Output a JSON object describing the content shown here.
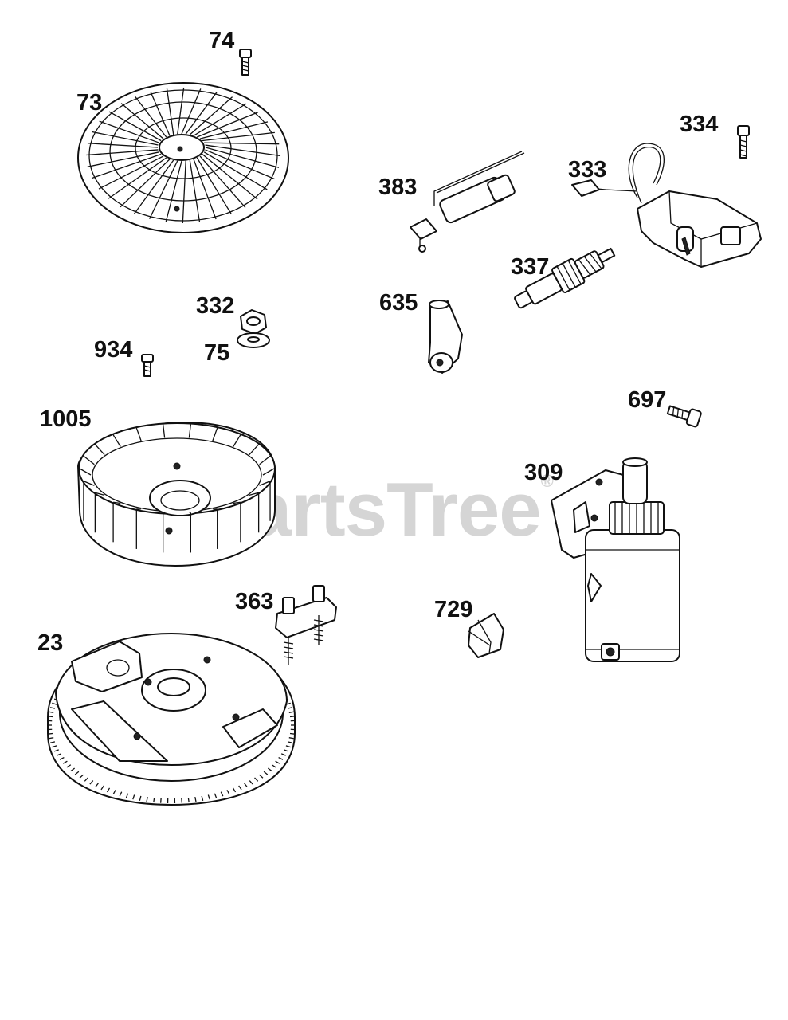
{
  "diagram": {
    "watermark": "PartsTree",
    "watermark_mark": "®",
    "colors": {
      "line": "#111111",
      "watermark": "#c8c8c8",
      "background": "#ffffff"
    },
    "callouts": [
      {
        "id": "74",
        "text": "74"
      },
      {
        "id": "73",
        "text": "73"
      },
      {
        "id": "383",
        "text": "383"
      },
      {
        "id": "333",
        "text": "333"
      },
      {
        "id": "334",
        "text": "334"
      },
      {
        "id": "337",
        "text": "337"
      },
      {
        "id": "635",
        "text": "635"
      },
      {
        "id": "332",
        "text": "332"
      },
      {
        "id": "75",
        "text": "75"
      },
      {
        "id": "934",
        "text": "934"
      },
      {
        "id": "697",
        "text": "697"
      },
      {
        "id": "1005",
        "text": "1005"
      },
      {
        "id": "309",
        "text": "309"
      },
      {
        "id": "363",
        "text": "363"
      },
      {
        "id": "729",
        "text": "729"
      },
      {
        "id": "23",
        "text": "23"
      }
    ]
  }
}
